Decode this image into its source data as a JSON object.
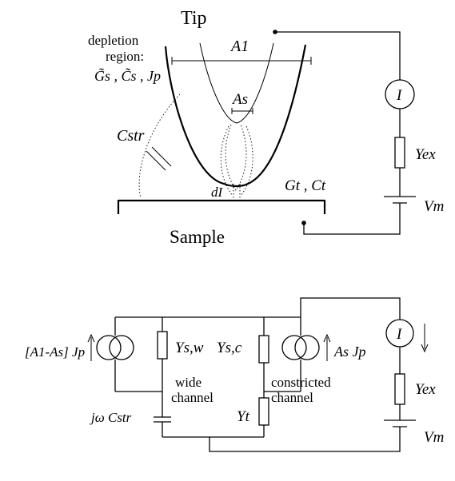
{
  "top": {
    "tip_label": "Tip",
    "sample_label": "Sample",
    "depletion_line1": "depletion",
    "depletion_line2": "region:",
    "depletion_params": "G̃s , C̃s , Jp",
    "A1": "A1",
    "As": "As",
    "Cstr": "Cstr",
    "dI": "dI",
    "Gt_Ct": "Gt , Ct",
    "I": "I",
    "Yex": "Yex",
    "Vm": "Vm"
  },
  "bottom": {
    "left_source": "[A1-As] Jp",
    "right_source": "As Jp",
    "Ysw": "Ys,w",
    "Ysc": "Ys,c",
    "wide1": "wide",
    "wide2": "channel",
    "constricted1": "constricted",
    "constricted2": "channel",
    "jwCstr": "jω Cstr",
    "Yt": "Yt",
    "I": "I",
    "Yex": "Yex",
    "Vm": "Vm"
  }
}
